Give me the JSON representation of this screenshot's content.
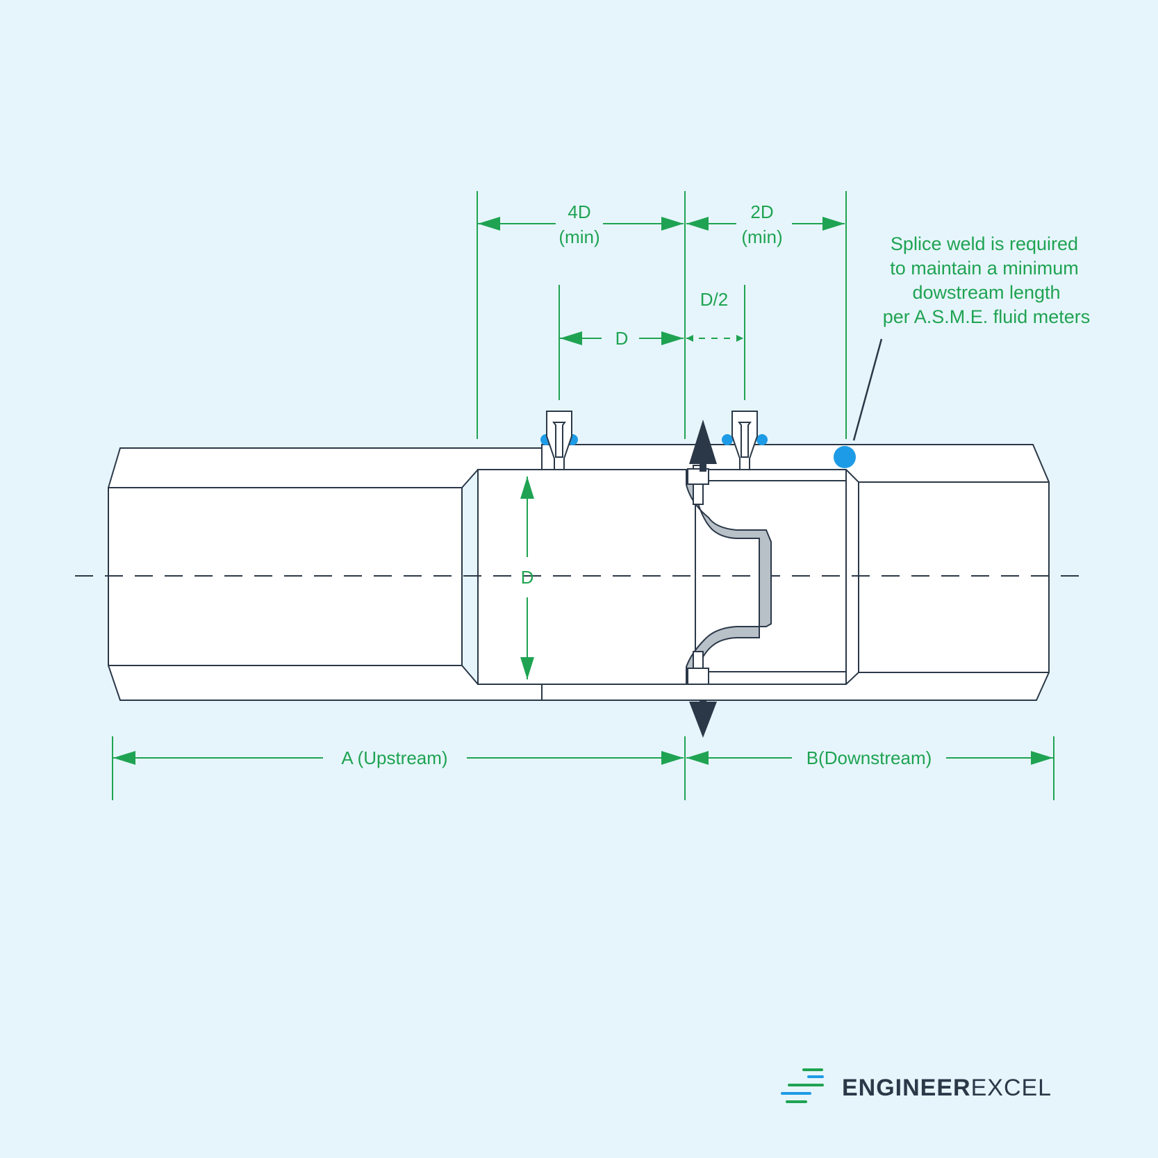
{
  "dimensions": {
    "upstream_tap_span": {
      "value": "4D",
      "qualifier": "(min)"
    },
    "downstream_tap_span": {
      "value": "2D",
      "qualifier": "(min)"
    },
    "upstream_tap_distance": "D",
    "downstream_tap_distance": "D/2",
    "pipe_diameter": "D",
    "upstream_length": "A (Upstream)",
    "downstream_length": "B(Downstream)"
  },
  "callout": {
    "lines": [
      "Splice weld is required",
      "to maintain a minimum",
      "dowstream length",
      "per A.S.M.E. fluid meters"
    ]
  },
  "logo": {
    "brand_bold": "ENGINEER",
    "brand_light": "EXCEL",
    "icon": "speed-lines-icon"
  },
  "colors": {
    "background": "#e6f5fc",
    "outline": "#2b3848",
    "dimension": "#1fa352",
    "weld": "#1e9be6",
    "orifice_plate": "#b8c0c8"
  }
}
